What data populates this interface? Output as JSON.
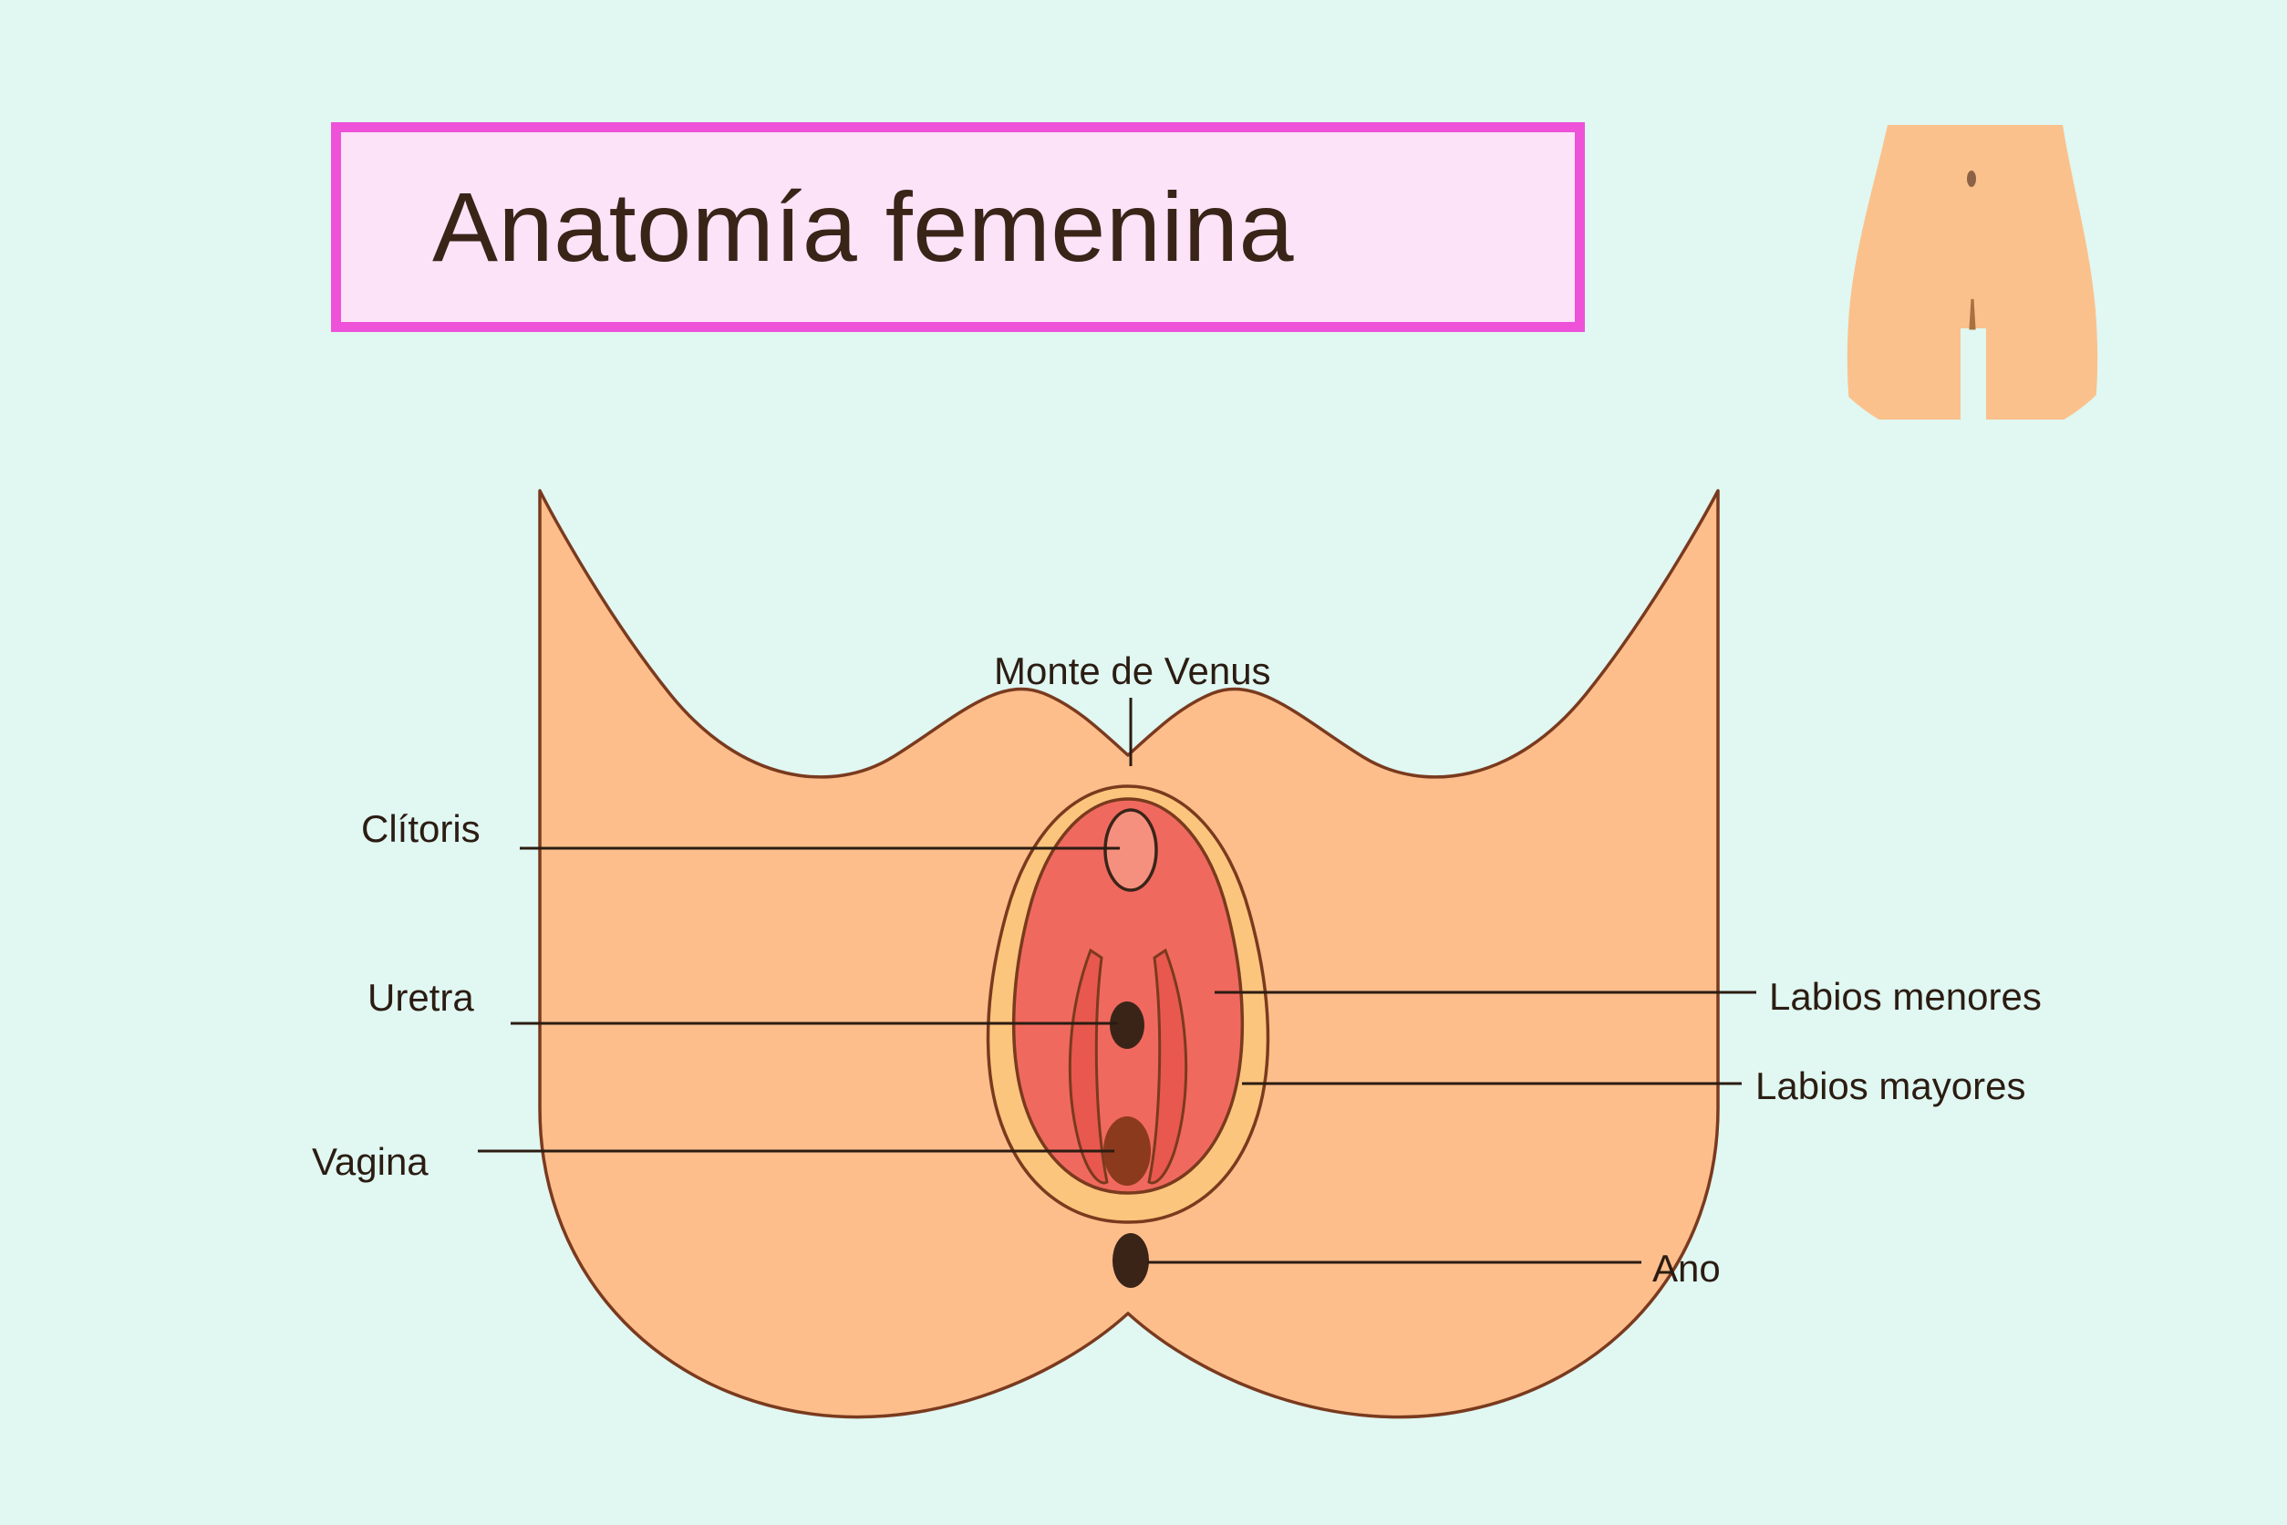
{
  "page": {
    "background_color": "#E0F7F2",
    "language": "es"
  },
  "title": {
    "text": "Anatomía femenina",
    "box_fill": "#FCE3F8",
    "box_border": "#EE52D8"
  },
  "inset": {
    "name": "torso-hips-silhouette",
    "circle_fill": "#FCE3F8",
    "circle_stroke": "#E040C0",
    "body_fill": "#FBC18C",
    "navel_color": "#8B6246",
    "cleft_color": "#A8713F"
  },
  "illustration": {
    "skin_fill": "#FDBE8C",
    "outline": "#7A3A1E",
    "labia_majora_fill": "#FBC57D",
    "labia_minora_fill": "#F0695F",
    "inner_fold_fill": "#E8584E",
    "clitoris_fill": "#F5907F",
    "urethra_fill": "#3A2418",
    "vagina_fill": "#8B3A1E",
    "anus_fill": "#3A2418",
    "leader_line_color": "#2B1C12"
  },
  "labels": [
    {
      "id": "monte",
      "text": "Monte de Venus",
      "side": "top"
    },
    {
      "id": "clitoris",
      "text": "Clítoris",
      "side": "left"
    },
    {
      "id": "uretra",
      "text": "Uretra",
      "side": "left"
    },
    {
      "id": "vagina",
      "text": "Vagina",
      "side": "left"
    },
    {
      "id": "labios_menores",
      "text": "Labios menores",
      "side": "right"
    },
    {
      "id": "labios_mayores",
      "text": "Labios mayores",
      "side": "right"
    },
    {
      "id": "ano",
      "text": "Ano",
      "side": "right"
    }
  ]
}
